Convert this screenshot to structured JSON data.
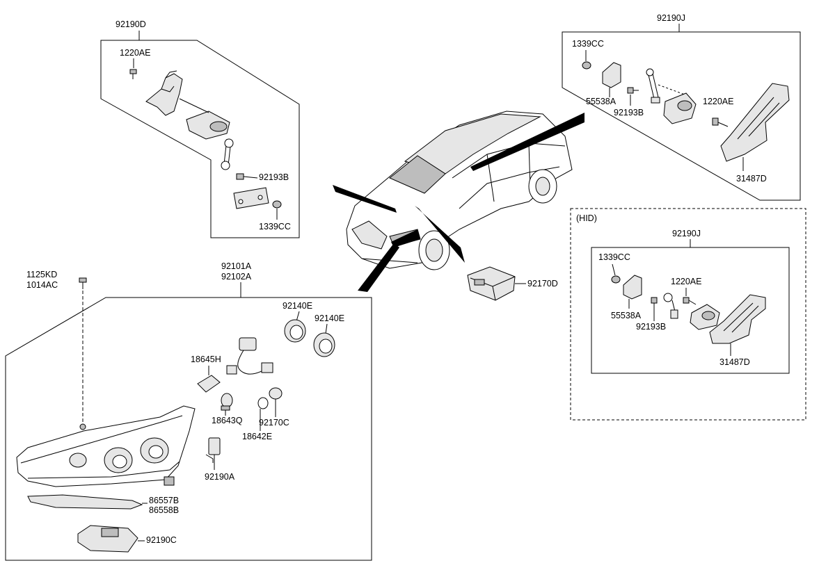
{
  "diagram": {
    "top_left_group": {
      "group_code": "92190D",
      "labels": [
        "1220AE",
        "92193B",
        "1339CC"
      ]
    },
    "top_right_group": {
      "group_code": "92190J",
      "labels": [
        "1339CC",
        "55538A",
        "92193B",
        "1220AE",
        "31487D"
      ]
    },
    "hid_group": {
      "tag": "(HID)",
      "group_code": "92190J",
      "labels": [
        "1339CC",
        "1220AE",
        "55538A",
        "92193B",
        "31487D"
      ]
    },
    "bolt_labels": [
      "1125KD",
      "1014AC"
    ],
    "headlamp_group": {
      "group_codes": [
        "92101A",
        "92102A"
      ],
      "labels": [
        "92140E",
        "92140E",
        "18645H",
        "18643Q",
        "92170C",
        "18642E",
        "92190A",
        "86557B",
        "86558B",
        "92190C"
      ]
    },
    "ecu_label": "92170D"
  }
}
